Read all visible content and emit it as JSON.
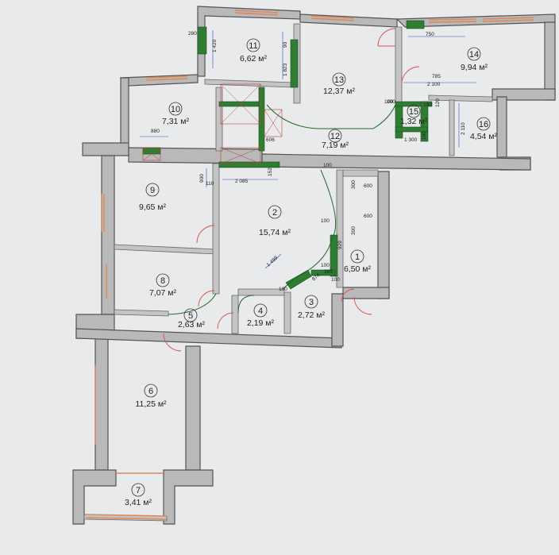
{
  "rooms": [
    {
      "id": "r1",
      "number": "1",
      "area": "6,50 м²"
    },
    {
      "id": "r2",
      "number": "2",
      "area": "15,74 м²"
    },
    {
      "id": "r3",
      "number": "3",
      "area": "2,72 м²"
    },
    {
      "id": "r4",
      "number": "4",
      "area": "2,19 м²"
    },
    {
      "id": "r5",
      "number": "5",
      "area": "2,63 м²"
    },
    {
      "id": "r6",
      "number": "6",
      "area": "11,25 м²"
    },
    {
      "id": "r7",
      "number": "7",
      "area": "3,41 м²"
    },
    {
      "id": "r8",
      "number": "8",
      "area": "7,07 м²"
    },
    {
      "id": "r9",
      "number": "9",
      "area": "9,65 м²"
    },
    {
      "id": "r10",
      "number": "10",
      "area": "7,31 м²"
    },
    {
      "id": "r11",
      "number": "11",
      "area": "6,62 м²"
    },
    {
      "id": "r12",
      "number": "12",
      "area": "7,19 м²"
    },
    {
      "id": "r13",
      "number": "13",
      "area": "12,37 м²"
    },
    {
      "id": "r14",
      "number": "14",
      "area": "9,94 м²"
    },
    {
      "id": "r15",
      "number": "15",
      "area": "1,32 м²"
    },
    {
      "id": "r16",
      "number": "16",
      "area": "4,54 м²"
    }
  ],
  "dimensions": {
    "d280": "280",
    "d1420": "1 420",
    "d90": "90",
    "d1823": "1 823",
    "d750": "750",
    "d785": "785",
    "d2100": "2 100",
    "d120": "120",
    "d100a": "100",
    "d100b": "100",
    "d100c": "100",
    "d2110": "2 110",
    "d1300": "1 300",
    "d880": "880",
    "d606": "606",
    "d152": "152",
    "d2085": "2 085",
    "d900": "900",
    "d110": "110",
    "d300a": "300",
    "d600a": "600",
    "d600b": "600",
    "d300b": "300",
    "d100d": "100",
    "d929": "929",
    "d100e": "100",
    "d395": "395",
    "d100f": "100",
    "d1499": "1 499",
    "d674": "674",
    "d100g": "100",
    "d100h": "100",
    "d100i": "100"
  }
}
